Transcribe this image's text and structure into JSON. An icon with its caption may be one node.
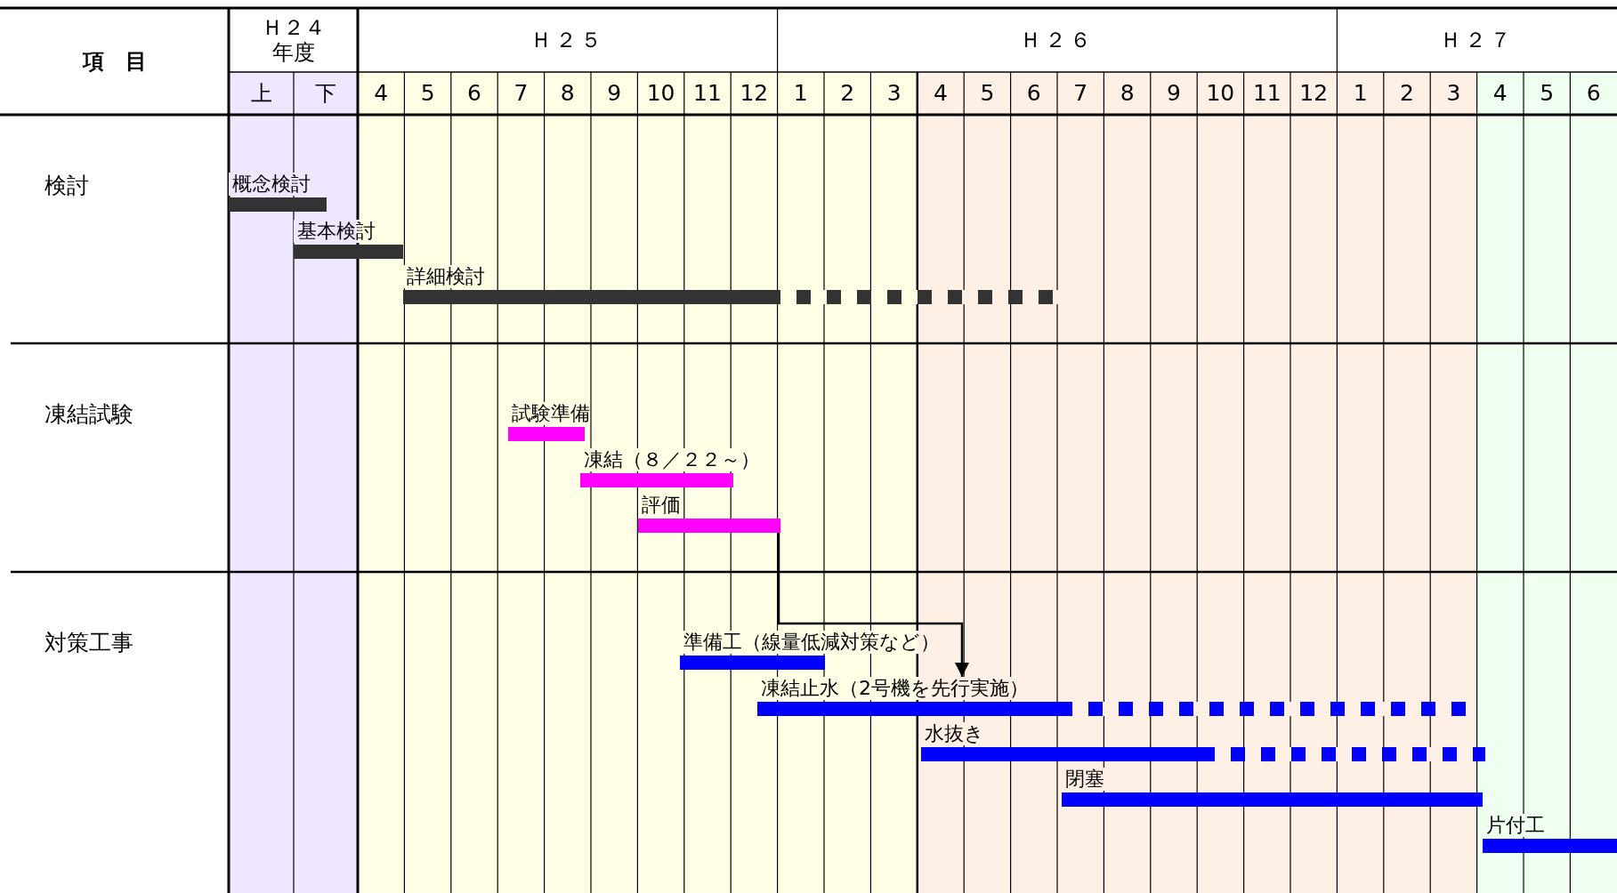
{
  "diagram": {
    "nodes": [
      {
        "text": [
          "概念検討"
        ]
      },
      {
        "text": [
          "基本検討"
        ]
      },
      {
        "text": [
          "詳細検討"
        ]
      },
      {
        "text": [
          "試験準備"
        ]
      },
      {
        "text": [
          "凍結（８／２２～）"
        ]
      },
      {
        "text": [
          "評価"
        ]
      },
      {
        "text": [
          "準備工（線量低減対策など）"
        ]
      },
      {
        "text": [
          "凍結止水（2号機を先行実施）"
        ]
      },
      {
        "text": [
          "水抜き"
        ]
      },
      {
        "text": [
          "閉塞"
        ]
      },
      {
        "text": [
          "片付工"
        ]
      }
    ],
    "edges": [
      {
        "from": 5,
        "to": 7,
        "arrow": "to"
      }
    ],
    "labels": [
      "項　目",
      "Ｈ２４年度",
      "Ｈ２５",
      "Ｈ２６",
      "Ｈ２７",
      "上",
      "下",
      "4",
      "5",
      "6",
      "7",
      "8",
      "9",
      "10",
      "11",
      "12",
      "1",
      "2",
      "3",
      "4",
      "5",
      "6",
      "7",
      "8",
      "9",
      "10",
      "11",
      "12",
      "1",
      "2",
      "3",
      "4",
      "5",
      "6",
      "検討",
      "凍結試験",
      "対策工事"
    ]
  }
}
